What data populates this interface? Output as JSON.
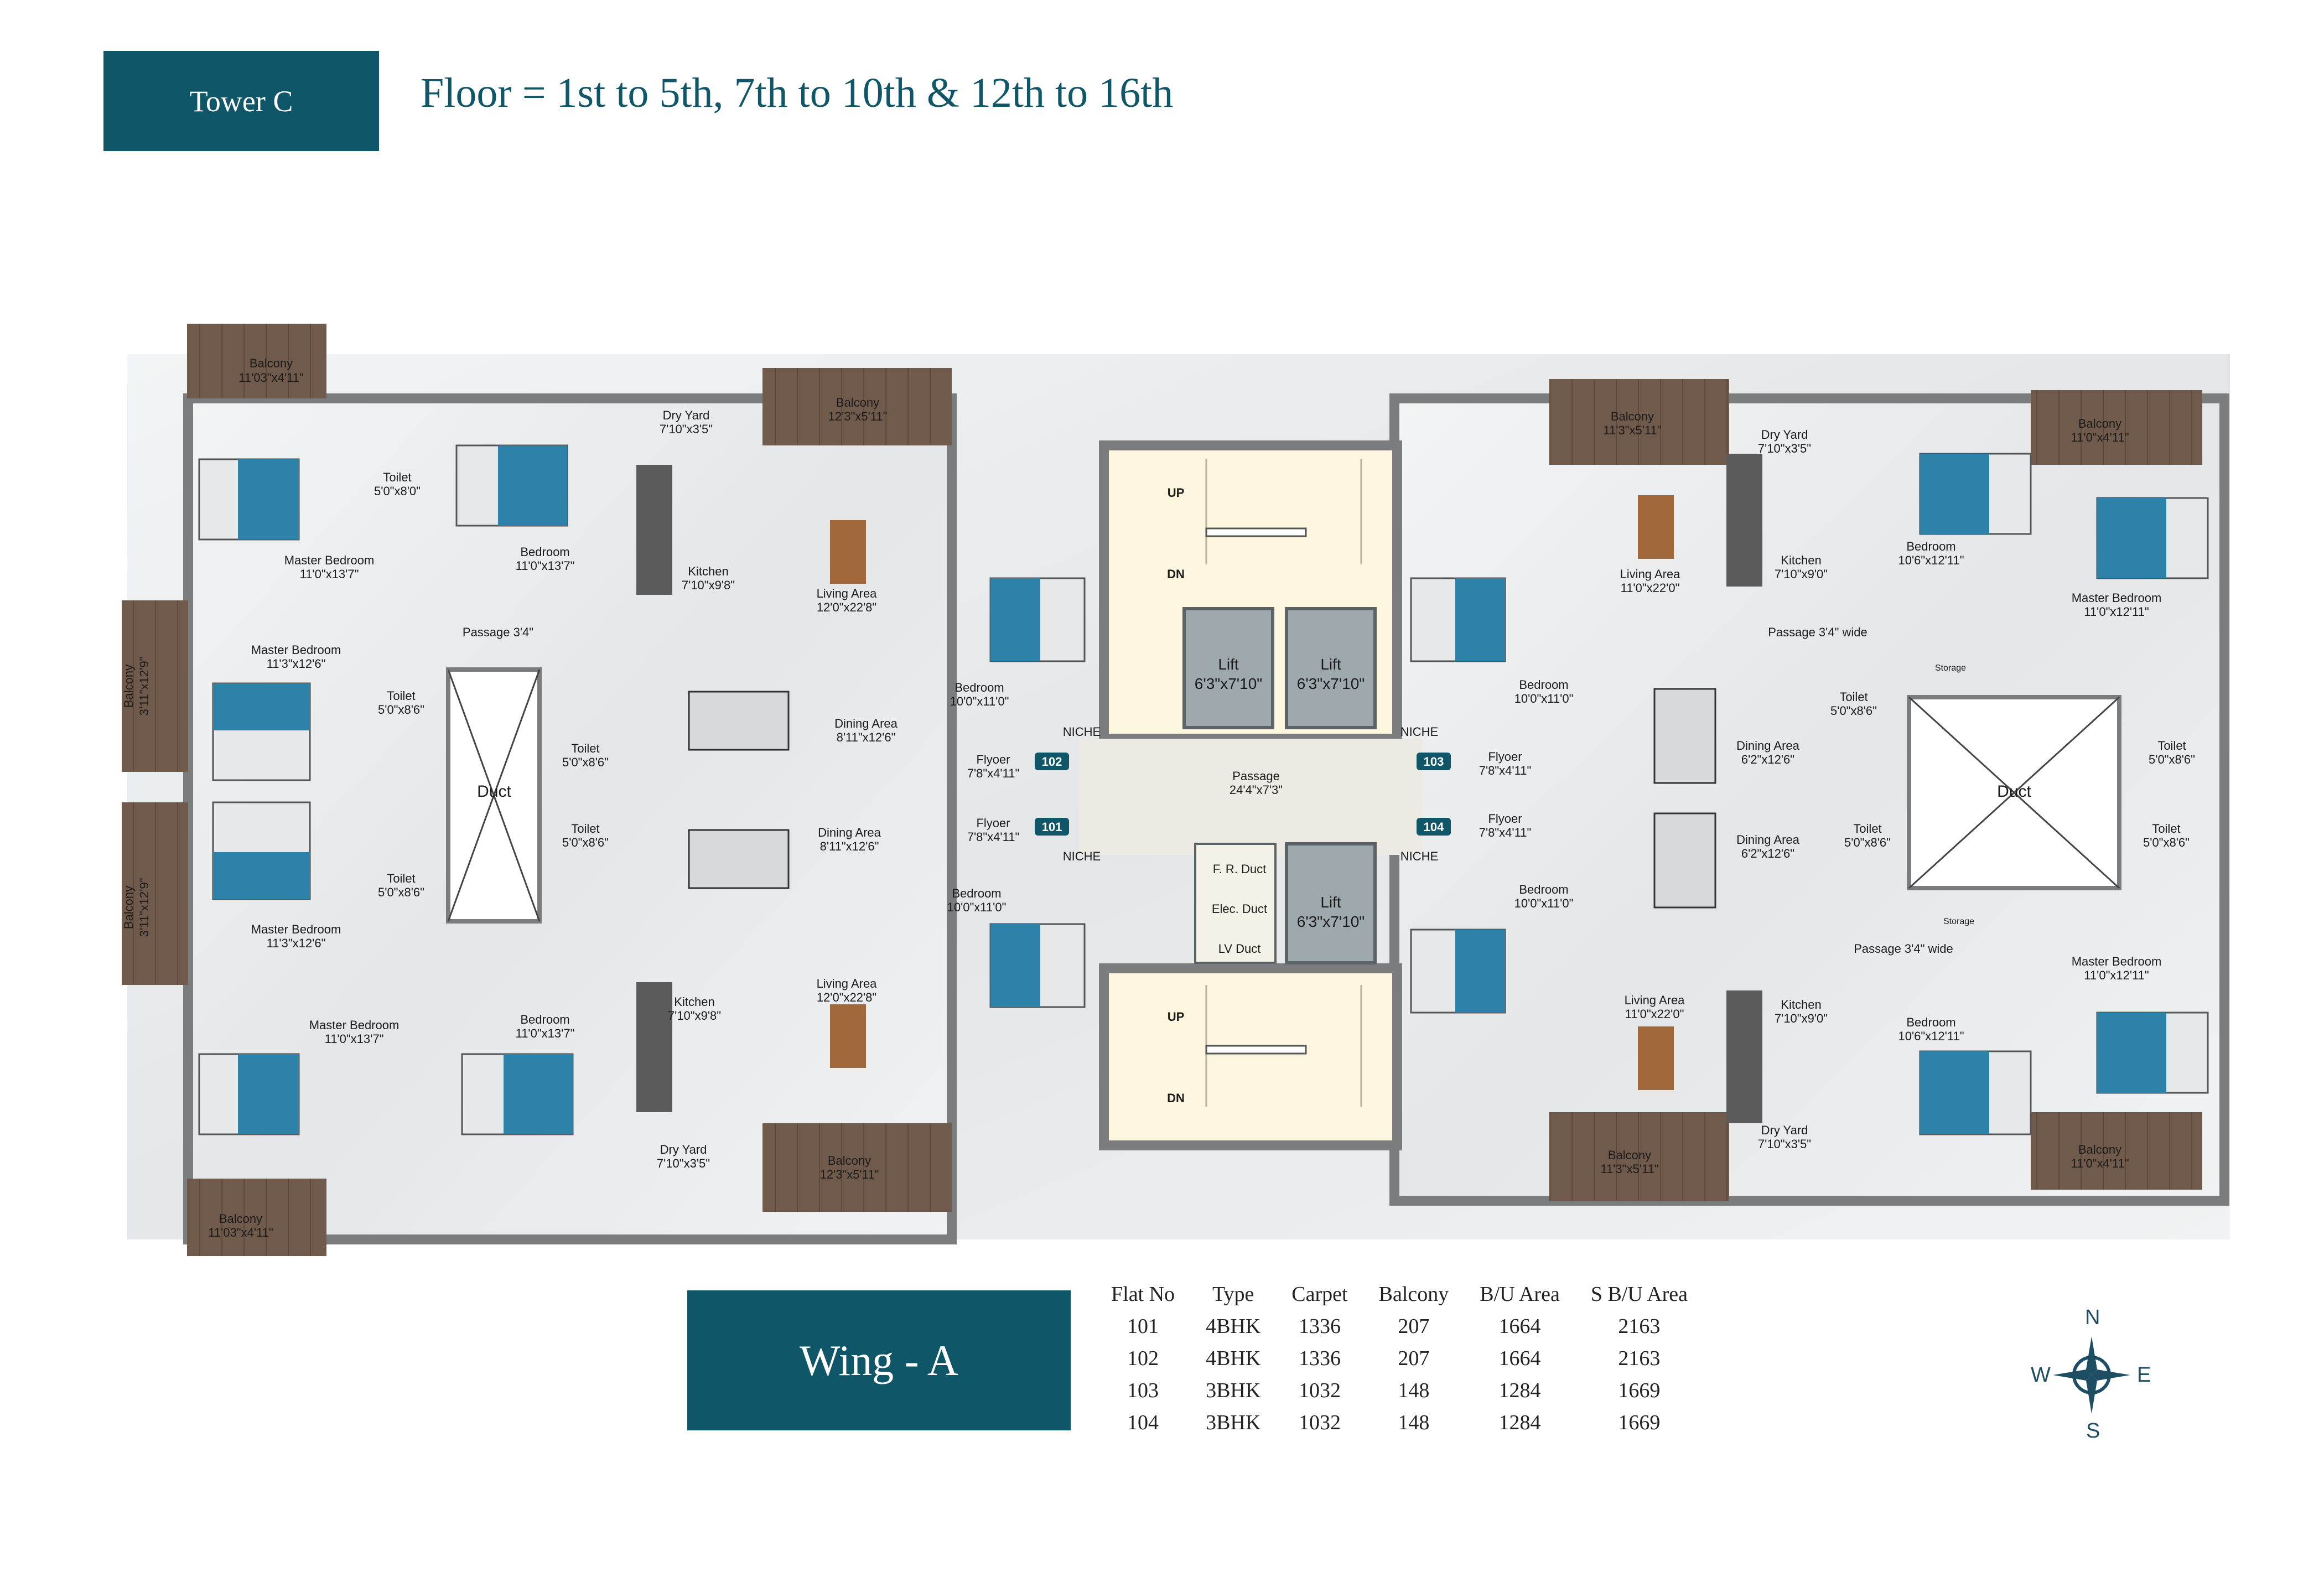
{
  "header": {
    "tower_label": "Tower C",
    "floor_title": "Floor = 1st to 5th, 7th to 10th & 12th to 16th"
  },
  "plan": {
    "rooms_left_top": {
      "balcony_1": "Balcony",
      "balcony_1_dim": "11'03\"x4'11\"",
      "toilet_1": "Toilet",
      "toilet_1_dim": "5'0\"x8'0\"",
      "dry_yard": "Dry Yard",
      "dry_yard_dim": "7'10\"x3'5\"",
      "balcony_2": "Balcony",
      "balcony_2_dim": "12'3\"x5'11\"",
      "master_bedroom_1": "Master Bedroom",
      "master_bedroom_1_dim": "11'0\"x13'7\"",
      "bedroom_1": "Bedroom",
      "bedroom_1_dim": "11'0\"x13'7\"",
      "kitchen": "Kitchen",
      "kitchen_dim": "7'10\"x9'8\"",
      "living": "Living Area",
      "living_dim": "12'0\"x22'8\"",
      "passage": "Passage 3'4\"",
      "master_bedroom_2": "Master Bedroom",
      "master_bedroom_2_dim": "11'3\"x12'6\"",
      "toilet_2": "Toilet",
      "toilet_2_dim": "5'0\"x8'6\"",
      "toilet_3": "Toilet",
      "toilet_3_dim": "5'0\"x8'6\"",
      "dining": "Dining Area",
      "dining_dim": "8'11\"x12'6\"",
      "bedroom_2": "Bedroom",
      "bedroom_2_dim": "10'0\"x11'0\"",
      "floyer": "Flyoer",
      "floyer_dim": "7'8\"x4'11\"",
      "side_balcony": "Balcony",
      "side_balcony_dim": "3'11\"x12'9\""
    },
    "rooms_left_bottom": {
      "duct": "Duct",
      "toilet_1": "Toilet",
      "toilet_1_dim": "5'0\"x8'6\"",
      "toilet_2": "Toilet",
      "toilet_2_dim": "5'0\"x8'6\"",
      "dining": "Dining Area",
      "dining_dim": "8'11\"x12'6\"",
      "flyoer": "Flyoer",
      "flyoer_dim": "7'8\"x4'11\"",
      "master_bedroom_1": "Master Bedroom",
      "master_bedroom_1_dim": "11'3\"x12'6\"",
      "bedroom_1": "Bedroom",
      "bedroom_1_dim": "10'0\"x11'0\"",
      "master_bedroom_2": "Master Bedroom",
      "master_bedroom_2_dim": "11'0\"x13'7\"",
      "bedroom_2": "Bedroom",
      "bedroom_2_dim": "11'0\"x13'7\"",
      "kitchen": "Kitchen",
      "kitchen_dim": "7'10\"x9'8\"",
      "living": "Living Area",
      "living_dim": "12'0\"x22'8\"",
      "dry_yard": "Dry Yard",
      "dry_yard_dim": "7'10\"x3'5\"",
      "balcony_1": "Balcony",
      "balcony_1_dim": "12'3\"x5'11\"",
      "balcony_2": "Balcony",
      "balcony_2_dim": "11'03\"x4'11\"",
      "side_balcony": "Balcony",
      "side_balcony_dim": "3'11\"x12'9\""
    },
    "core": {
      "up_1": "UP",
      "dn_1": "DN",
      "lift": "Lift",
      "lift_dim": "6'3\"x7'10\"",
      "niche": "NICHE",
      "passage": "Passage",
      "passage_dim": "24'4\"x7'3\"",
      "fr_duct": "F. R. Duct",
      "elec_duct": "Elec. Duct",
      "lv_duct": "LV Duct",
      "up_2": "UP",
      "dn_2": "DN",
      "flat_102": "102",
      "flat_101": "101",
      "flat_103": "103",
      "flat_104": "104"
    },
    "rooms_right_top": {
      "balcony_1": "Balcony",
      "balcony_1_dim": "11'3\"x5'11\"",
      "dry_yard": "Dry Yard",
      "dry_yard_dim": "7'10\"x3'5\"",
      "balcony_2": "Balcony",
      "balcony_2_dim": "11'0\"x4'11\"",
      "living": "Living Area",
      "living_dim": "11'0\"x22'0\"",
      "kitchen": "Kitchen",
      "kitchen_dim": "7'10\"x9'0\"",
      "bedroom_1": "Bedroom",
      "bedroom_1_dim": "10'6\"x12'11\"",
      "master_bedroom": "Master Bedroom",
      "master_bedroom_dim": "11'0\"x12'11\"",
      "passage": "Passage 3'4\" wide",
      "bedroom_2": "Bedroom",
      "bedroom_2_dim": "10'0\"x11'0\"",
      "storage": "Storage",
      "toilet_1": "Toilet",
      "toilet_1_dim": "5'0\"x8'6\"",
      "toilet_2": "Toilet",
      "toilet_2_dim": "5'0\"x8'6\"",
      "dining": "Dining Area",
      "dining_dim": "6'2\"x12'6\"",
      "flyoer": "Flyoer",
      "flyoer_dim": "7'8\"x4'11\""
    },
    "rooms_right_bottom": {
      "duct": "Duct",
      "flyoer": "Flyoer",
      "flyoer_dim": "7'8\"x4'11\"",
      "dining": "Dining Area",
      "dining_dim": "6'2\"x12'6\"",
      "toilet_1": "Toilet",
      "toilet_1_dim": "5'0\"x8'6\"",
      "toilet_2": "Toilet",
      "toilet_2_dim": "5'0\"x8'6\"",
      "bedroom_1": "Bedroom",
      "bedroom_1_dim": "10'0\"x11'0\"",
      "storage": "Storage",
      "passage": "Passage 3'4\" wide",
      "master_bedroom": "Master Bedroom",
      "master_bedroom_dim": "11'0\"x12'11\"",
      "living": "Living Area",
      "living_dim": "11'0\"x22'0\"",
      "kitchen": "Kitchen",
      "kitchen_dim": "7'10\"x9'0\"",
      "bedroom_2": "Bedroom",
      "bedroom_2_dim": "10'6\"x12'11\"",
      "balcony_1": "Balcony",
      "balcony_1_dim": "11'3\"x5'11\"",
      "dry_yard": "Dry Yard",
      "dry_yard_dim": "7'10\"x3'5\"",
      "balcony_2": "Balcony",
      "balcony_2_dim": "11'0\"x4'11\""
    }
  },
  "wing": {
    "label": "Wing - A"
  },
  "area_table": {
    "headers": [
      "Flat No",
      "Type",
      "Carpet",
      "Balcony",
      "B/U Area",
      "S B/U Area"
    ],
    "rows": [
      [
        "101",
        "4BHK",
        "1336",
        "207",
        "1664",
        "2163"
      ],
      [
        "102",
        "4BHK",
        "1336",
        "207",
        "1664",
        "2163"
      ],
      [
        "103",
        "3BHK",
        "1032",
        "148",
        "1284",
        "1669"
      ],
      [
        "104",
        "3BHK",
        "1032",
        "148",
        "1284",
        "1669"
      ]
    ]
  },
  "compass": {
    "n": "N",
    "s": "S",
    "e": "E",
    "w": "W"
  },
  "colors": {
    "brand_teal": "#0e5668",
    "wall": "#7a7c7e",
    "marble": "#eceef0",
    "balcony_wood": "#6f5a4b",
    "lift_fill": "#9ea9ad",
    "stair_fill": "#fbf6dd",
    "bed_blue": "#2c82a8"
  }
}
